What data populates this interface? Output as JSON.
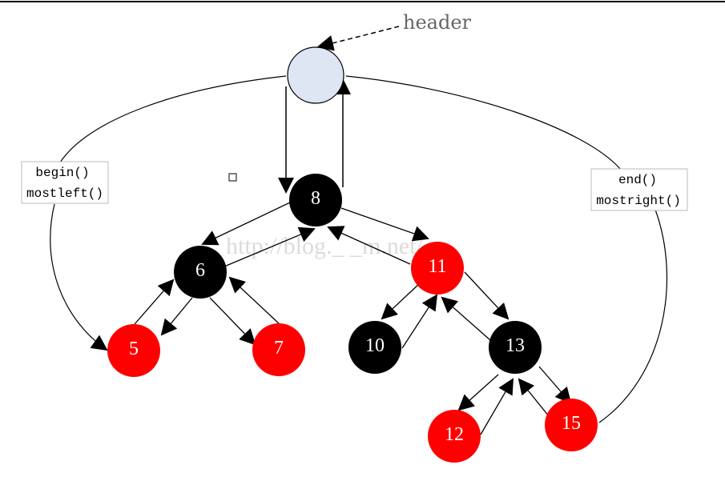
{
  "diagram": {
    "header_label": "header",
    "watermark": "http://blog._ _m.net/",
    "begin_box": {
      "line1": "begin()",
      "line2": "mostleft()"
    },
    "end_box": {
      "line1": "end()",
      "line2": "mostright()"
    },
    "nodes": [
      {
        "id": "header",
        "label": "",
        "color": "#dde6f2"
      },
      {
        "id": "n8",
        "label": "8",
        "color": "#000000"
      },
      {
        "id": "n6",
        "label": "6",
        "color": "#000000"
      },
      {
        "id": "n11",
        "label": "11",
        "color": "#ff0000"
      },
      {
        "id": "n5",
        "label": "5",
        "color": "#ff0000"
      },
      {
        "id": "n7",
        "label": "7",
        "color": "#ff0000"
      },
      {
        "id": "n10",
        "label": "10",
        "color": "#000000"
      },
      {
        "id": "n13",
        "label": "13",
        "color": "#000000"
      },
      {
        "id": "n12",
        "label": "12",
        "color": "#ff0000"
      },
      {
        "id": "n15",
        "label": "15",
        "color": "#ff0000"
      }
    ]
  }
}
